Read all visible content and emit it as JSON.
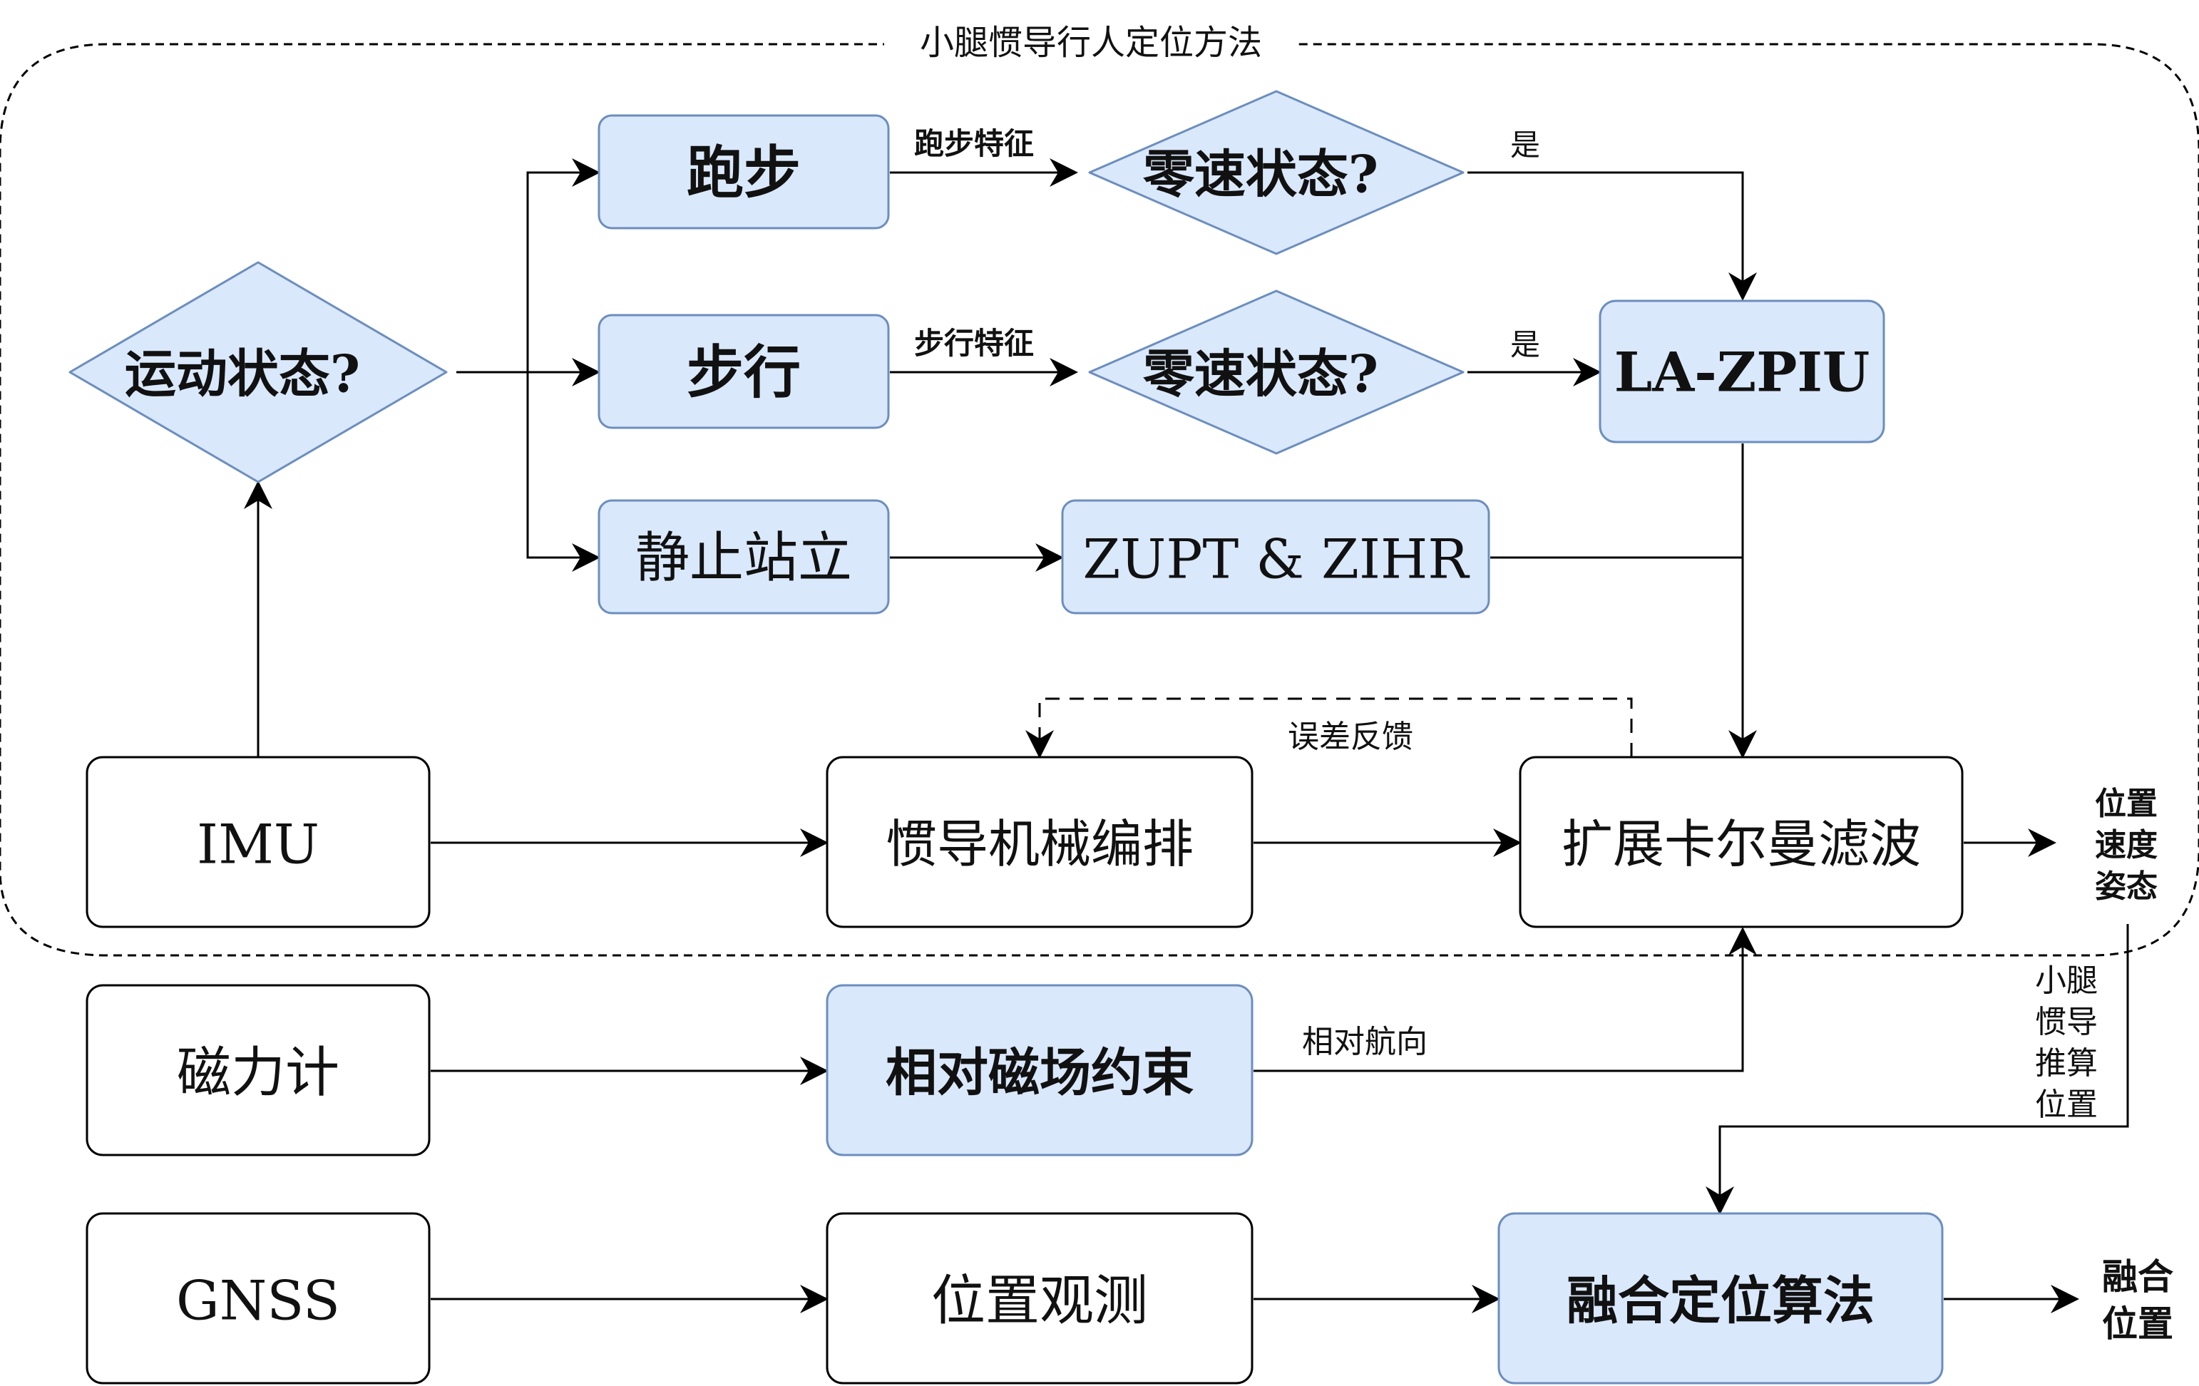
{
  "diagram": {
    "group_title": "小腿惯导行人定位方法",
    "nodes": {
      "motion_state": "运动状态?",
      "running": "跑步",
      "walking": "步行",
      "standing": "静止站立",
      "zero_vel_run": "零速状态?",
      "zero_vel_walk": "零速状态?",
      "la_zpiu": "LA-ZPIU",
      "zupt_zihr": "ZUPT & ZIHR",
      "imu": "IMU",
      "ins_mech": "惯导机械编排",
      "ekf": "扩展卡尔曼滤波",
      "magnetometer": "磁力计",
      "rel_mag_constraint": "相对磁场约束",
      "gnss": "GNSS",
      "pos_obs": "位置观测",
      "fusion": "融合定位算法"
    },
    "edge_labels": {
      "run_feature": "跑步特征",
      "walk_feature": "步行特征",
      "yes_run": "是",
      "yes_walk": "是",
      "error_feedback": "误差反馈",
      "relative_heading": "相对航向"
    },
    "outputs": {
      "ekf_out": [
        "位置",
        "速度",
        "姿态"
      ],
      "ped_pos": [
        "小腿",
        "惯导",
        "推算",
        "位置"
      ],
      "fused_pos": [
        "融合",
        "位置"
      ]
    },
    "colors": {
      "highlight_fill": "#dae8fc",
      "highlight_stroke": "#6c8ebf",
      "plain_fill": "#ffffff",
      "line": "#000000"
    }
  }
}
